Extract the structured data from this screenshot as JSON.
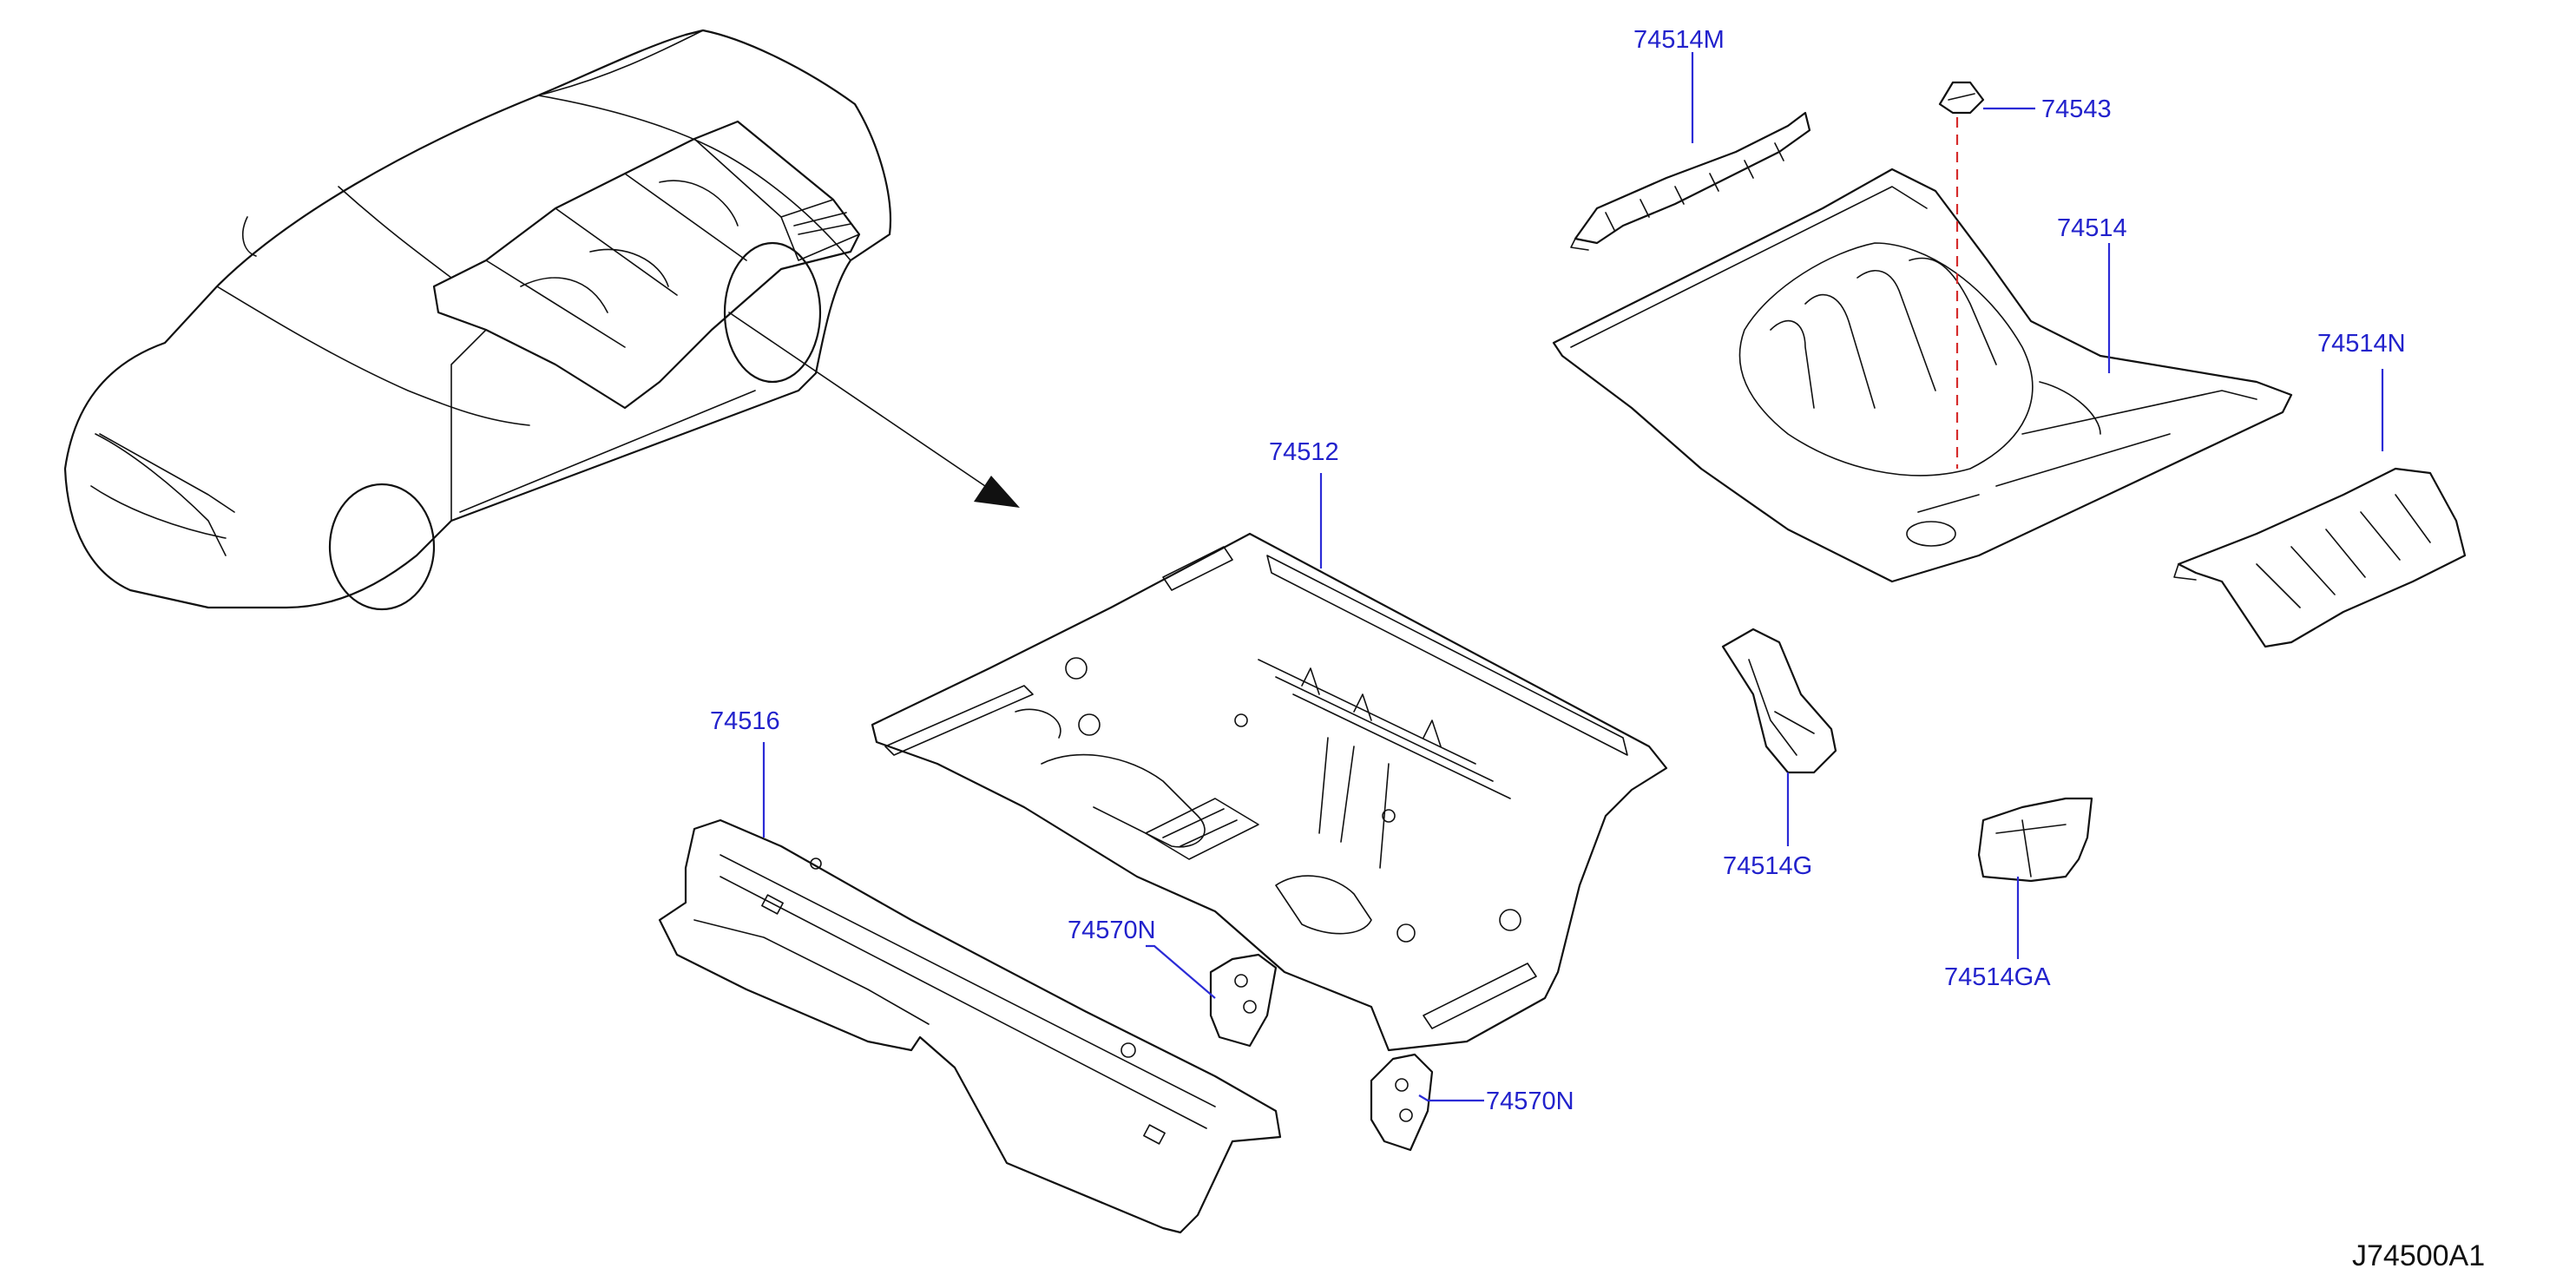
{
  "diagram": {
    "id_label": "J74500A1",
    "callouts": {
      "p74514M": "74514M",
      "p74543": "74543",
      "p74514": "74514",
      "p74514N": "74514N",
      "p74512": "74512",
      "p74516": "74516",
      "p74514G": "74514G",
      "p74570N_a": "74570N",
      "p74570N_b": "74570N",
      "p74514GA": "74514GA"
    },
    "colors": {
      "callout_text": "#2222cc",
      "leader_line": "#2b2bd6",
      "alignment_line": "#d62b2b",
      "line_art": "#111111"
    }
  }
}
